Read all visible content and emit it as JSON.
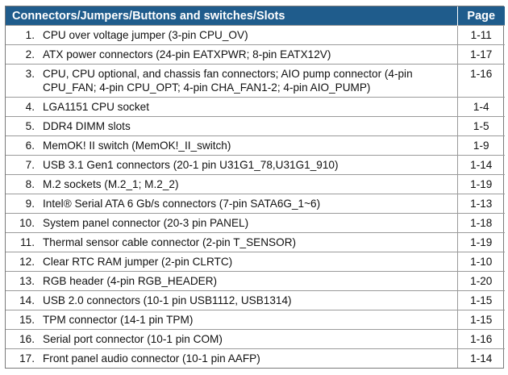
{
  "table": {
    "header_left": "Connectors/Jumpers/Buttons and switches/Slots",
    "header_right": "Page",
    "rows": [
      {
        "num": "1.",
        "desc": "CPU over voltage jumper (3-pin CPU_OV)",
        "page": "1-11"
      },
      {
        "num": "2.",
        "desc": "ATX power connectors (24-pin EATXPWR; 8-pin EATX12V)",
        "page": "1-17"
      },
      {
        "num": "3.",
        "desc": "CPU, CPU optional, and chassis fan connectors; AIO pump connector (4-pin CPU_FAN; 4-pin CPU_OPT; 4-pin CHA_FAN1-2; 4-pin AIO_PUMP)",
        "page": "1-16"
      },
      {
        "num": "4.",
        "desc": "LGA1151 CPU socket",
        "page": "1-4"
      },
      {
        "num": "5.",
        "desc": "DDR4 DIMM slots",
        "page": "1-5"
      },
      {
        "num": "6.",
        "desc": "MemOK! II switch (MemOK!_II_switch)",
        "page": "1-9"
      },
      {
        "num": "7.",
        "desc": "USB 3.1 Gen1 connectors (20-1 pin U31G1_78,U31G1_910)",
        "page": "1-14"
      },
      {
        "num": "8.",
        "desc": "M.2 sockets (M.2_1; M.2_2)",
        "page": "1-19"
      },
      {
        "num": "9.",
        "desc": "Intel® Serial ATA 6 Gb/s connectors (7-pin SATA6G_1~6)",
        "page": "1-13"
      },
      {
        "num": "10.",
        "desc": "System panel connector (20-3 pin PANEL)",
        "page": "1-18"
      },
      {
        "num": "11.",
        "desc": "Thermal sensor cable connector (2-pin T_SENSOR)",
        "page": "1-19"
      },
      {
        "num": "12.",
        "desc": "Clear RTC RAM jumper (2-pin CLRTC)",
        "page": "1-10"
      },
      {
        "num": "13.",
        "desc": "RGB header (4-pin RGB_HEADER)",
        "page": "1-20"
      },
      {
        "num": "14.",
        "desc": "USB 2.0 connectors (10-1 pin USB1112, USB1314)",
        "page": "1-15"
      },
      {
        "num": "15.",
        "desc": "TPM connector (14-1 pin TPM)",
        "page": "1-15"
      },
      {
        "num": "16.",
        "desc": "Serial port connector (10-1 pin COM)",
        "page": "1-16"
      },
      {
        "num": "17.",
        "desc": "Front panel audio connector (10-1 pin AAFP)",
        "page": "1-14"
      }
    ]
  }
}
